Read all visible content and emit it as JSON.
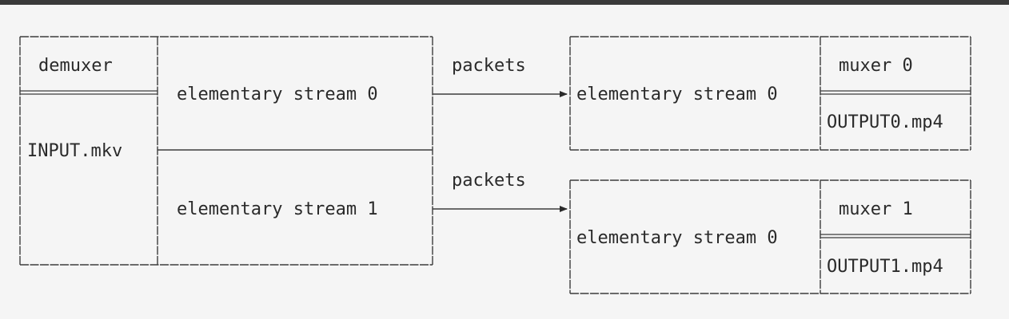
{
  "demuxer": {
    "title": "demuxer",
    "file": "INPUT.mkv",
    "streams": [
      "elementary stream 0",
      "elementary stream 1"
    ]
  },
  "arrows": [
    {
      "label": "packets"
    },
    {
      "label": "packets"
    }
  ],
  "muxers": [
    {
      "stream": "elementary stream 0",
      "title": "muxer 0",
      "file": "OUTPUT0.mp4"
    },
    {
      "stream": "elementary stream 0",
      "title": "muxer 1",
      "file": "OUTPUT1.mp4"
    }
  ]
}
